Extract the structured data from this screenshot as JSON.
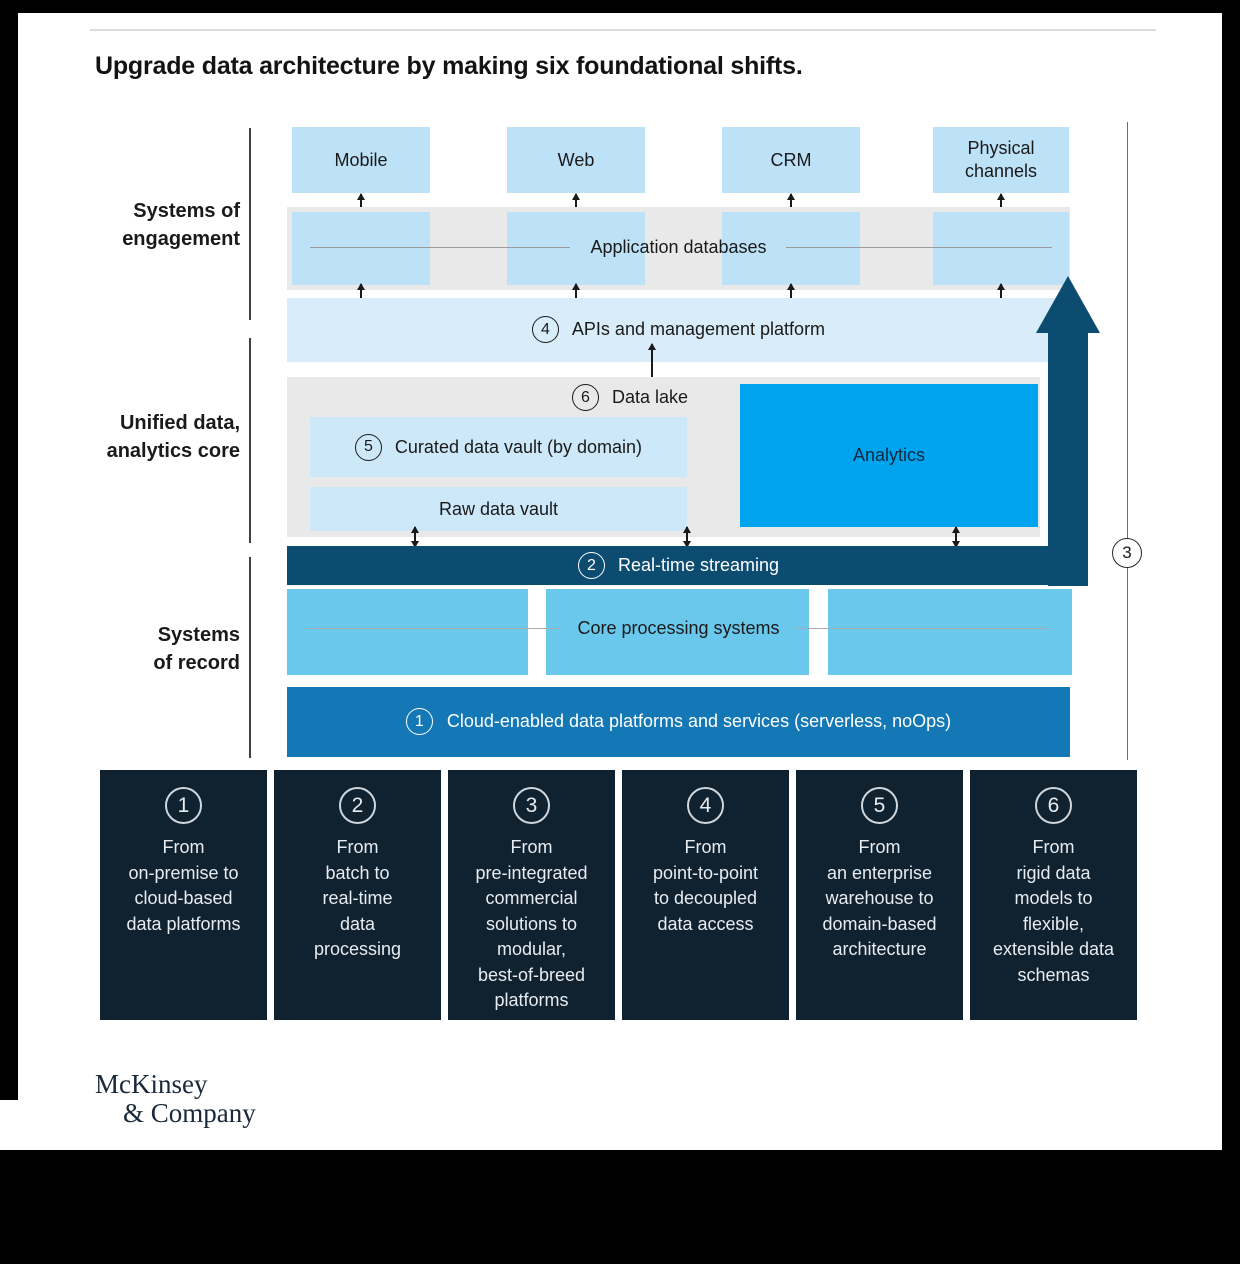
{
  "title": "Upgrade data architecture by making six foundational shifts.",
  "sections": [
    {
      "label": "Systems of\nengagement"
    },
    {
      "label": "Unified data,\nanalytics core"
    },
    {
      "label": "Systems\nof record"
    }
  ],
  "channels": [
    "Mobile",
    "Web",
    "CRM",
    "Physical\nchannels"
  ],
  "bands": {
    "application_databases": "Application databases",
    "apis": {
      "num": "4",
      "label": "APIs and management platform"
    },
    "data_lake": {
      "num": "6",
      "label": "Data lake"
    },
    "curated_vault": {
      "num": "5",
      "label": "Curated data vault (by domain)"
    },
    "raw_vault": "Raw data vault",
    "analytics": "Analytics",
    "streaming": {
      "num": "2",
      "label": "Real-time streaming"
    },
    "core_processing": "Core processing systems",
    "cloud": {
      "num": "1",
      "label": "Cloud-enabled data platforms and services (serverless, noOps)"
    },
    "side_marker": "3"
  },
  "shifts": [
    {
      "num": "1",
      "text": "From\non-premise to\ncloud-based\ndata platforms"
    },
    {
      "num": "2",
      "text": "From\nbatch to\nreal-time\ndata\nprocessing"
    },
    {
      "num": "3",
      "text": "From\npre-integrated\ncommercial\nsolutions to\nmodular,\nbest-of-breed\nplatforms"
    },
    {
      "num": "4",
      "text": "From\npoint-to-point\nto decoupled\ndata access"
    },
    {
      "num": "5",
      "text": "From\nan enterprise\nwarehouse to\ndomain-based\narchitecture"
    },
    {
      "num": "6",
      "text": "From\nrigid data\nmodels to\nflexible,\nextensible data\nschemas"
    }
  ],
  "logo": {
    "line1": "McKinsey",
    "line2": "& Company"
  },
  "colors": {
    "light_blue": "#bde1f6",
    "pale_blue": "#d9ecf9",
    "vault_blue": "#cce8f9",
    "bright_blue": "#00a3ee",
    "sky_blue": "#69c8ec",
    "navy": "#0c4c70",
    "mid_blue": "#1478b6",
    "dark_card": "#10212f",
    "gray_band": "#e9e9e9"
  }
}
